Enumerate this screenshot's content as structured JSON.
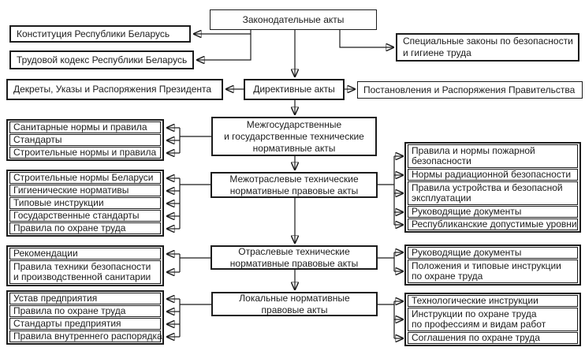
{
  "colors": {
    "line": "#1c1c1c",
    "box_border": "#1c1c1c",
    "background": "#ffffff",
    "text": "#1c1c1c"
  },
  "nodes": {
    "legislative": {
      "lines": [
        "Законодательные акты"
      ]
    },
    "constitution": {
      "lines": [
        "Конституция Республики Беларусь"
      ]
    },
    "labor_code": {
      "lines": [
        "Трудовой кодекс Республики Беларусь"
      ]
    },
    "special_laws": {
      "lines": [
        "Специальные законы по безопасности",
        "и гигиене труда"
      ]
    },
    "decrees": {
      "lines": [
        "Декреты, Указы и Распоряжения Президента"
      ]
    },
    "directive": {
      "lines": [
        "Директивные акты"
      ]
    },
    "resolutions": {
      "lines": [
        "Постановления и Распоряжения Правительства"
      ]
    },
    "interstate": {
      "lines": [
        "Межгосударственные",
        "и государственные технические",
        "нормативные акты"
      ]
    },
    "intersectoral": {
      "lines": [
        "Межотраслевые технические",
        "нормативные правовые акты"
      ]
    },
    "sectoral": {
      "lines": [
        "Отраслевые технические",
        "нормативные правовые акты"
      ]
    },
    "local": {
      "lines": [
        "Локальные нормативные",
        "правовые акты"
      ]
    }
  },
  "lists": {
    "left_a": {
      "items": [
        [
          "Санитарные нормы и правила"
        ],
        [
          "Стандарты"
        ],
        [
          "Строительные нормы и правила"
        ]
      ]
    },
    "left_b": {
      "items": [
        [
          "Строительные нормы Беларуси"
        ],
        [
          "Гигиенические нормативы"
        ],
        [
          "Типовые инструкции"
        ],
        [
          "Государственные стандарты"
        ],
        [
          "Правила по охране труда"
        ]
      ]
    },
    "left_c": {
      "items": [
        [
          "Рекомендации"
        ],
        [
          "Правила техники безопасности",
          "и производственной санитарии"
        ]
      ]
    },
    "left_d": {
      "items": [
        [
          "Устав предприятия"
        ],
        [
          "Правила по охране труда"
        ],
        [
          "Стандарты предприятия"
        ],
        [
          "Правила внутреннего распорядка"
        ]
      ]
    },
    "right_a": {
      "items": [
        [
          "Правила и нормы пожарной",
          "безопасности"
        ],
        [
          "Нормы радиационной безопасности"
        ],
        [
          "Правила устройства и безопасной",
          "эксплуатации"
        ],
        [
          "Руководящие документы"
        ],
        [
          "Республиканские допустимые уровни"
        ]
      ]
    },
    "right_b": {
      "items": [
        [
          "Руководящие документы"
        ],
        [
          "Положения и типовые инструкции",
          "по охране труда"
        ]
      ]
    },
    "right_c": {
      "items": [
        [
          "Технологические инструкции"
        ],
        [
          "Инструкции по охране труда",
          "по профессиям и видам работ"
        ],
        [
          "Соглашения по охране труда"
        ]
      ]
    }
  }
}
